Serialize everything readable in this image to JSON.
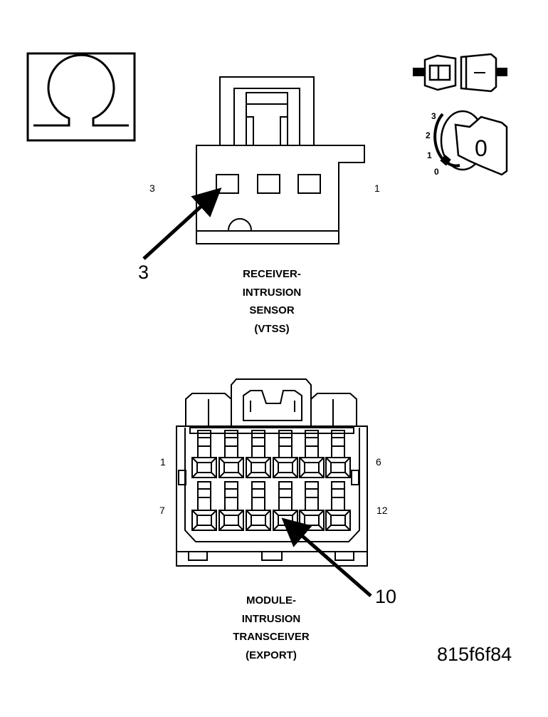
{
  "icons": {
    "ohmmeter": "ohm-meter-icon",
    "connector_disconnected": "connector-disconnected-icon",
    "ignition_key": "ignition-key-off-icon"
  },
  "ignition": {
    "positions": [
      "3",
      "2",
      "1",
      "0"
    ],
    "key_label": "0"
  },
  "sensor_connector": {
    "pin_left": "3",
    "pin_right": "1",
    "callout": "3",
    "title_lines": [
      "RECEIVER-",
      "INTRUSION",
      "SENSOR",
      "(VTSS)"
    ]
  },
  "module_connector": {
    "pin_top_left": "1",
    "pin_top_right": "6",
    "pin_bottom_left": "7",
    "pin_bottom_right": "12",
    "callout": "10",
    "title_lines": [
      "MODULE-",
      "INTRUSION",
      "TRANSCEIVER",
      "(EXPORT)"
    ]
  },
  "figure_code": "815f6f84"
}
